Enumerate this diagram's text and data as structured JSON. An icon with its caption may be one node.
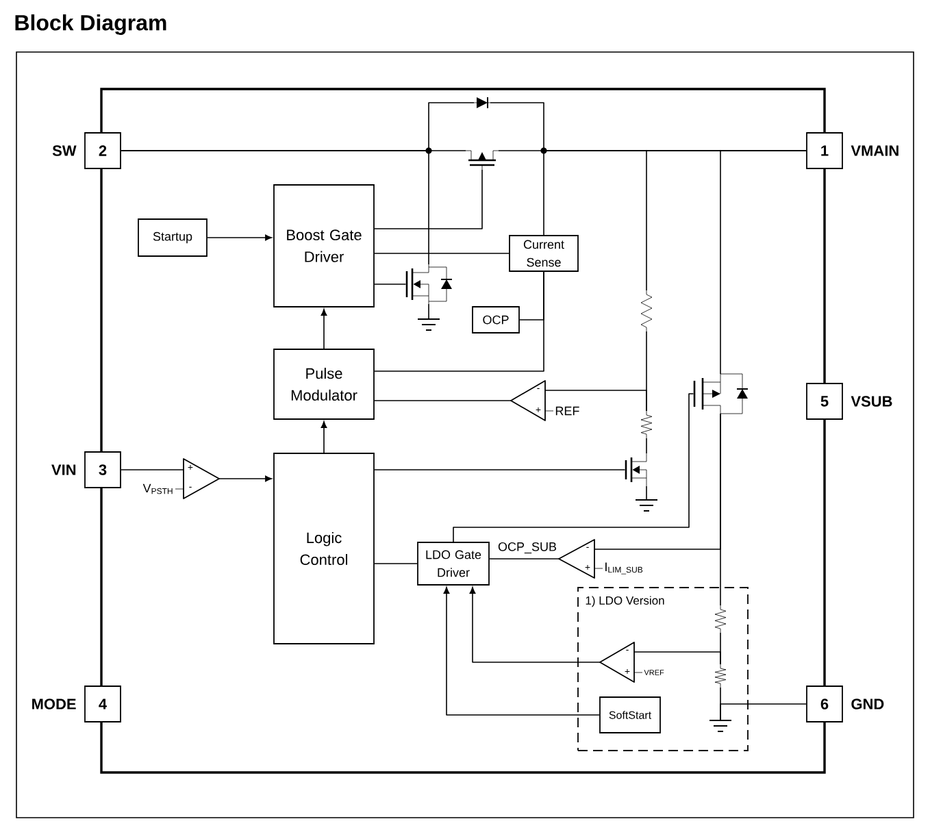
{
  "diagram": {
    "title": "Block Diagram",
    "nodes": [
      {
        "text": [],
        "shape": "diode"
      },
      {
        "text": [
          "2"
        ],
        "beside": [
          "SW"
        ]
      },
      {
        "text": [],
        "shape": "transistor"
      },
      {
        "text": [
          "1"
        ],
        "beside": [
          "VMAIN"
        ]
      },
      {
        "text": [
          "Boost Gate Driver"
        ]
      },
      {
        "text": [
          "Startup"
        ]
      },
      {
        "text": [
          "Current Sense"
        ]
      },
      {
        "text": [],
        "shape": "transistor"
      },
      {
        "text": [],
        "shape": "resistor"
      },
      {
        "text": [],
        "shape": "ground"
      },
      {
        "text": [
          "OCP"
        ]
      },
      {
        "text": [
          "Pulse Modulator"
        ]
      },
      {
        "text": [],
        "shape": "transistor"
      },
      {
        "text": [
          "-",
          "+"
        ],
        "beside": [
          "REF"
        ]
      },
      {
        "text": [
          "5"
        ],
        "beside": [
          "VSUB"
        ]
      },
      {
        "text": [],
        "shape": "resistor"
      },
      {
        "text": [
          "3"
        ],
        "beside": [
          "VIN"
        ]
      },
      {
        "text": [
          "+",
          "-"
        ],
        "beside": [
          "V$_{PSTH}$"
        ]
      },
      {
        "text": [
          "Logic Control"
        ]
      },
      {
        "text": [],
        "shape": "transistor"
      },
      {
        "text": [],
        "shape": "ground"
      },
      {
        "text": [
          "LDO Gate Driver"
        ]
      },
      {
        "text": [
          "-",
          "+"
        ],
        "beside": [
          "I$_{LIM_SUB}$"
        ]
      },
      {
        "text": [
          "1) LDO Version"
        ]
      },
      {
        "text": [],
        "shape": "resistor",
        "in": 23
      },
      {
        "text": [
          "-",
          "+"
        ],
        "beside": [
          "VREF"
        ],
        "in": 23
      },
      {
        "text": [],
        "shape": "resistor",
        "in": 23
      },
      {
        "text": [
          "4"
        ],
        "beside": [
          "MODE"
        ]
      },
      {
        "text": [
          "SoftStart"
        ],
        "in": 23
      },
      {
        "text": [],
        "shape": "ground",
        "in": 23
      },
      {
        "text": [
          "6"
        ],
        "beside": [
          "GND"
        ]
      }
    ],
    "edges": [
      {
        "from": 1,
        "to": 2,
        "arrow": "none"
      },
      {
        "from": 0,
        "to": 1,
        "arrow": "none"
      },
      {
        "from": 7,
        "to": 1,
        "arrow": "none"
      },
      {
        "from": 2,
        "to": 3,
        "arrow": "none"
      },
      {
        "from": 0,
        "to": 3,
        "arrow": "none"
      },
      {
        "from": 6,
        "to": 3,
        "arrow": "none"
      },
      {
        "from": 8,
        "to": 3,
        "arrow": "none"
      },
      {
        "from": 12,
        "to": 3,
        "arrow": "none"
      },
      {
        "from": 4,
        "to": 2,
        "arrow": "none"
      },
      {
        "from": 4,
        "to": 6,
        "arrow": "none"
      },
      {
        "from": 4,
        "to": 7,
        "arrow": "none"
      },
      {
        "from": 5,
        "to": 4,
        "arrow": "to"
      },
      {
        "from": 7,
        "to": 9,
        "arrow": "none"
      },
      {
        "from": 6,
        "to": 11,
        "arrow": "none"
      },
      {
        "from": 10,
        "to": 6,
        "arrow": "none"
      },
      {
        "from": 11,
        "to": 4,
        "arrow": "to"
      },
      {
        "from": 8,
        "to": 15,
        "arrow": "none"
      },
      {
        "from": 13,
        "to": 15,
        "arrow": "none"
      },
      {
        "from": 13,
        "to": 11,
        "arrow": "none"
      },
      {
        "from": 15,
        "to": 19,
        "arrow": "none"
      },
      {
        "from": 19,
        "to": 20,
        "arrow": "none"
      },
      {
        "from": 18,
        "to": 19,
        "arrow": "none"
      },
      {
        "from": 18,
        "to": 11,
        "arrow": "to"
      },
      {
        "from": 16,
        "to": 17,
        "arrow": "none"
      },
      {
        "from": 17,
        "to": 18,
        "arrow": "to"
      },
      {
        "from": 21,
        "to": 12,
        "arrow": "none"
      },
      {
        "from": 18,
        "to": 21,
        "arrow": "none"
      },
      {
        "from": 22,
        "to": 21,
        "arrow": "none",
        "label": "OCP_SUB"
      },
      {
        "from": 12,
        "to": 24,
        "arrow": "none"
      },
      {
        "from": 22,
        "to": 12,
        "arrow": "none"
      },
      {
        "from": 24,
        "to": 26,
        "arrow": "none"
      },
      {
        "from": 25,
        "to": 26,
        "arrow": "none"
      },
      {
        "from": 25,
        "to": 21,
        "arrow": "to"
      },
      {
        "from": 28,
        "to": 21,
        "arrow": "to"
      },
      {
        "from": 26,
        "to": 29,
        "arrow": "none"
      },
      {
        "from": 30,
        "to": 29,
        "arrow": "none"
      }
    ]
  }
}
